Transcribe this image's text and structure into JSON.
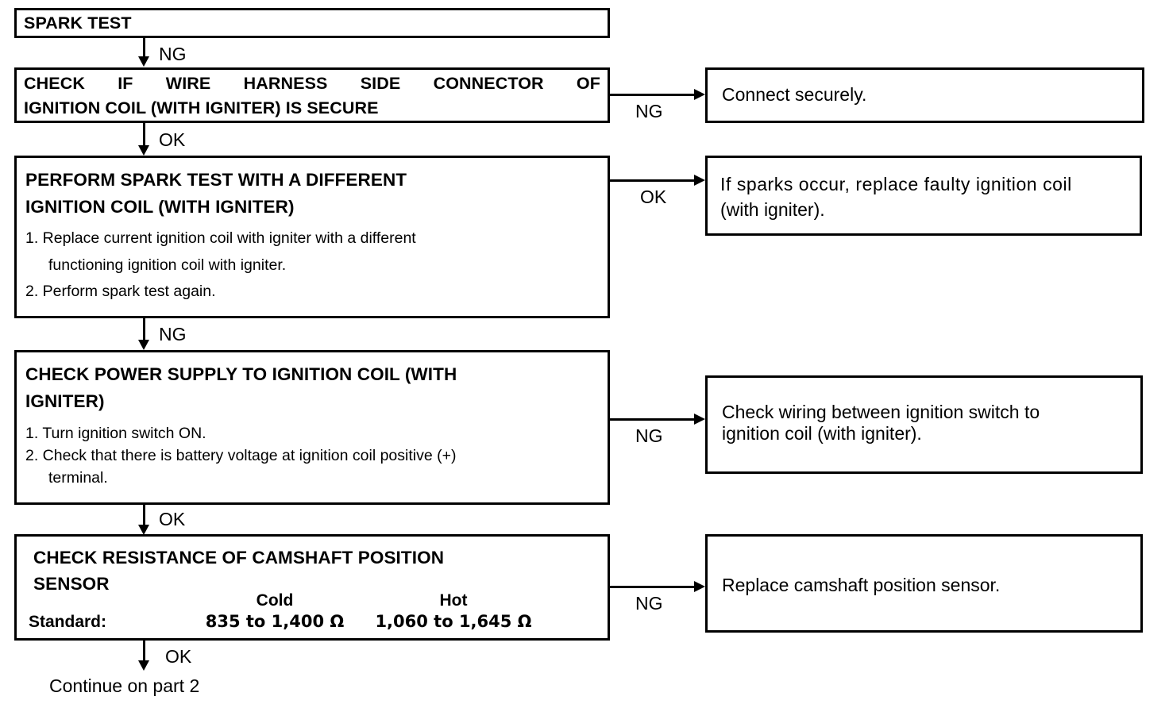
{
  "diagram": {
    "title": "Spark Test Troubleshooting Flowchart",
    "line_color": "#000000",
    "background_color": "#ffffff"
  },
  "nodes": {
    "spark_test": {
      "heading": "SPARK TEST"
    },
    "check_connector": {
      "heading_line1": "CHECK IF WIRE HARNESS SIDE CONNECTOR OF",
      "heading_line2": "IGNITION COIL (WITH IGNITER) IS SECURE"
    },
    "perform_spark_test": {
      "heading_line1": "PERFORM SPARK TEST WITH A DIFFERENT",
      "heading_line2": "IGNITION COIL (WITH IGNITER)",
      "step1_line1": "1. Replace current ignition coil with igniter with a different",
      "step1_line2": "functioning ignition coil with igniter.",
      "step2": "2. Perform spark test again."
    },
    "check_power_supply": {
      "heading_line1": "CHECK POWER SUPPLY TO IGNITION COIL (WITH",
      "heading_line2": "IGNITER)",
      "step1": "1. Turn ignition switch ON.",
      "step2_line1": "2. Check that there is battery voltage at ignition coil positive (+)",
      "step2_line2": "terminal."
    },
    "check_resistance": {
      "heading_line1": "CHECK RESISTANCE OF CAMSHAFT POSITION",
      "heading_line2": "SENSOR",
      "standard_label": "Standard:",
      "col_cold": "Cold",
      "col_hot": "Hot",
      "value_cold": "835 to 1,400 Ω",
      "value_hot": "1,060 to 1,645 Ω"
    },
    "connect_securely": {
      "text": "Connect securely."
    },
    "replace_faulty_coil": {
      "line1": "If sparks occur, replace faulty ignition coil",
      "line2": "(with igniter)."
    },
    "check_wiring": {
      "line1": "Check wiring between ignition switch to",
      "line2": "ignition coil (with igniter)."
    },
    "replace_sensor": {
      "text": "Replace camshaft position sensor."
    }
  },
  "edges": {
    "spark_to_connector": "NG",
    "connector_to_connect_securely": "NG",
    "connector_to_perform": "OK",
    "perform_to_replace_coil": "OK",
    "perform_to_power": "NG",
    "power_to_wiring": "NG",
    "power_to_resistance": "OK",
    "resistance_to_replace_sensor": "NG",
    "resistance_to_continue": "OK"
  },
  "footer": {
    "continue_text": "Continue on part 2"
  }
}
